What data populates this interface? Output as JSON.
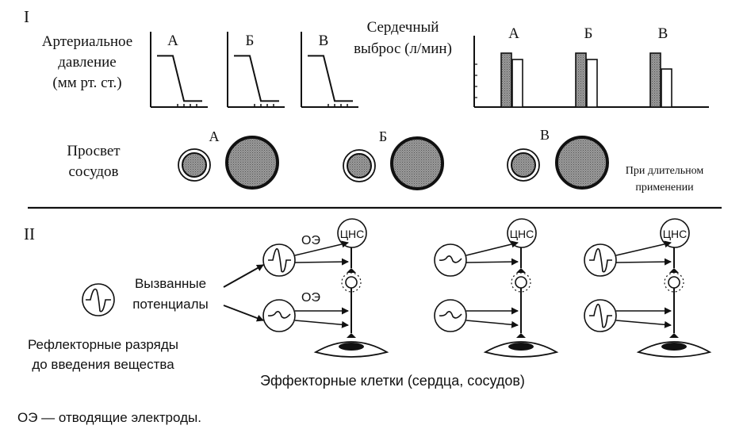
{
  "section_1": {
    "numeral": "I",
    "bp_label_lines": [
      "Артериальное",
      "давление",
      "(мм рт. ст.)"
    ],
    "co_label_lines": [
      "Сердечный",
      "выброс  (л/мин)"
    ],
    "lumen_label_lines": [
      "Просвет",
      "сосудов"
    ],
    "panel_letters": [
      "А",
      "Б",
      "В"
    ],
    "long_term_note_lines": [
      "При длительном",
      "применении"
    ]
  },
  "section_2": {
    "numeral": "II",
    "electrode_abbr": "ОЭ",
    "cns_label": "ЦНС",
    "evoked_label_lines": [
      "Вызванные",
      "потенциалы"
    ],
    "reflex_label_lines": [
      "Рефлекторные разряды",
      "до введения вещества"
    ],
    "effector_caption": "Эффекторные клетки (сердца, сосудов)"
  },
  "footnote": "ОЭ — отводящие электроды.",
  "chart_data": [
    {
      "type": "line",
      "title": "А",
      "xlabel": "",
      "ylabel": "Артериальное давление (мм рт. ст.)",
      "x": [
        0,
        1,
        2,
        3,
        4
      ],
      "values": [
        0.85,
        0.85,
        0.1,
        0.1,
        0.1
      ]
    },
    {
      "type": "line",
      "title": "Б",
      "xlabel": "",
      "ylabel": "",
      "x": [
        0,
        1,
        2,
        3,
        4
      ],
      "values": [
        0.85,
        0.85,
        0.1,
        0.1,
        0.1
      ]
    },
    {
      "type": "line",
      "title": "В",
      "xlabel": "",
      "ylabel": "",
      "x": [
        0,
        1,
        2,
        3,
        4
      ],
      "values": [
        0.85,
        0.85,
        0.1,
        0.1,
        0.1
      ]
    },
    {
      "type": "bar",
      "title": "",
      "ylabel": "Сердечный выброс (л/мин)",
      "categories": [
        "А",
        "Б",
        "В"
      ],
      "series": [
        {
          "values": [
            0.85,
            0.85,
            0.85
          ]
        },
        {
          "values": [
            0.75,
            0.75,
            0.6
          ]
        }
      ],
      "ylim": [
        0,
        1
      ],
      "colors": [
        "#8a8a8a",
        "#ffffff"
      ]
    }
  ]
}
